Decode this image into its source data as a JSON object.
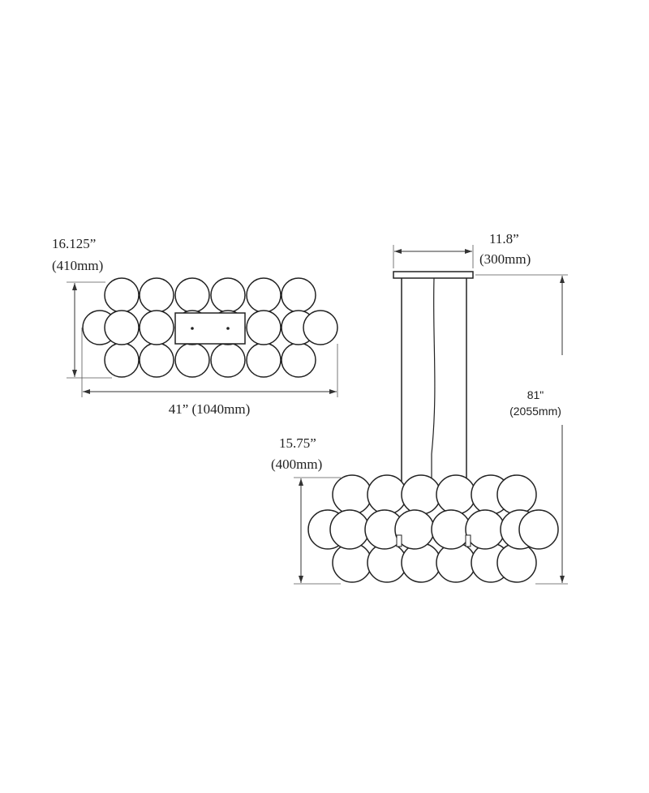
{
  "top_view": {
    "depth_label": "16.125”",
    "depth_mm_label": "(410mm)",
    "width_label": "41” (1040mm)"
  },
  "side_view": {
    "canopy_label": "11.8”",
    "canopy_mm_label": "(300mm)",
    "overall_height_label": "81\"",
    "overall_height_mm_label": "(2055mm)",
    "body_height_label": "15.75”",
    "body_height_mm_label": "(400mm)"
  },
  "colors": {
    "line": "#333333",
    "background": "#ffffff"
  }
}
